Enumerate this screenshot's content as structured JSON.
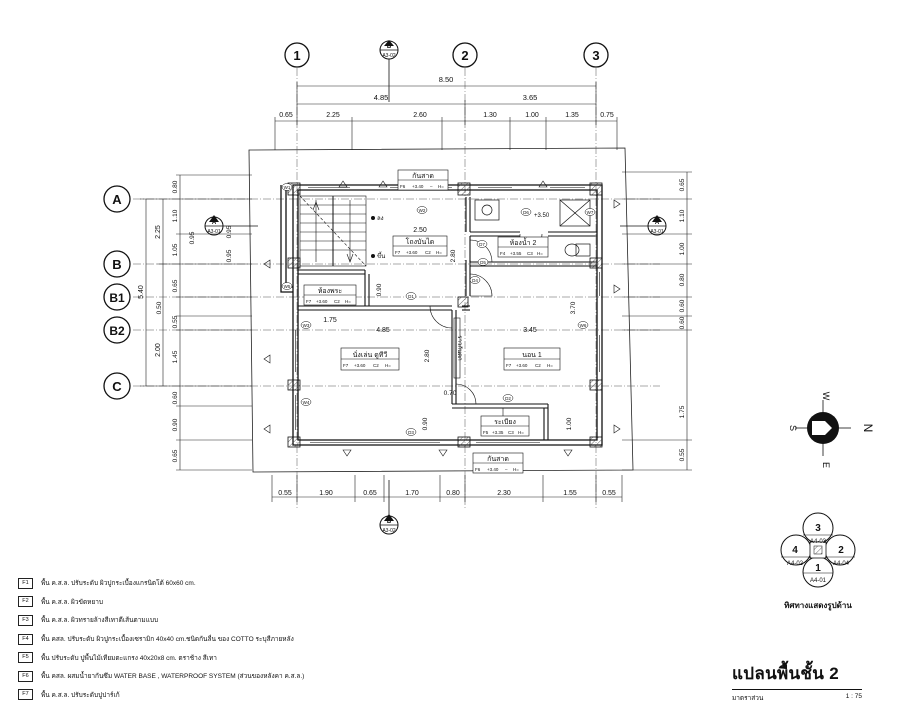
{
  "grid": {
    "columns": [
      "1",
      "2",
      "3"
    ],
    "rows": [
      "A",
      "B",
      "B1",
      "B2",
      "C"
    ]
  },
  "dimensions": {
    "overall": "8.50",
    "top_primary": [
      "4.85",
      "3.65"
    ],
    "top_secondary": [
      "0.65",
      "2.25",
      "2.60",
      "1.30",
      "1.00",
      "1.35",
      "0.75"
    ],
    "bottom": [
      "0.55",
      "1.90",
      "0.65",
      "1.70",
      "0.80",
      "2.30",
      "1.55",
      "0.55"
    ],
    "left_total": "5.40",
    "left_primary": [
      "2.25",
      "2.00"
    ],
    "left_secondary": [
      "0.80",
      "1.10",
      "1.05",
      "0.95",
      "0.65",
      "0.50",
      "0.55",
      "1.45",
      "0.60",
      "0.90",
      "0.65"
    ],
    "right": [
      "0.65",
      "1.10",
      "1.00",
      "0.80",
      "0.60",
      "0.60",
      "1.75",
      "0.55"
    ],
    "inner": [
      "2.50",
      "0.90",
      "1.75",
      "4.85",
      "3.45",
      "2.80",
      "3.70",
      "0.70",
      "0.90",
      "1.00",
      "0.95",
      "0.95",
      "2.80"
    ]
  },
  "section_marks": [
    {
      "letter": "B",
      "sheet": "A3-02"
    },
    {
      "letter": "A",
      "sheet": "A3-01"
    }
  ],
  "rooms": [
    {
      "name": "กันสาด",
      "tag": "F6",
      "level": "+3.40",
      "c": "–",
      "h": "H="
    },
    {
      "name": "โถงบันได",
      "tag": "F7",
      "level": "+3.60",
      "c": "C2",
      "h": "H="
    },
    {
      "name": "ห้องน้ำ 2",
      "tag": "F4",
      "level": "+3.55",
      "c": "C3",
      "h": "H="
    },
    {
      "name": "ห้องพระ",
      "tag": "F7",
      "level": "+3.60",
      "c": "C2",
      "h": "H="
    },
    {
      "name": "นั่งเล่น ดูทีวี",
      "tag": "F7",
      "level": "+3.60",
      "c": "C2",
      "h": "H="
    },
    {
      "name": "นอน 1",
      "tag": "F7",
      "level": "+3.60",
      "c": "C2",
      "h": "H="
    },
    {
      "name": "ระเบียง",
      "tag": "F5",
      "level": "+3.35",
      "c": "C3",
      "h": "H="
    },
    {
      "name": "กันสาด",
      "tag": "F6",
      "level": "+3.40",
      "c": "–",
      "h": "H="
    }
  ],
  "stair_labels": [
    "ลง",
    "ขึ้น"
  ],
  "stair_rail_label": "ราวกันตก",
  "wc_level": "+3.50",
  "doors": [
    "D1",
    "D2",
    "D3",
    "D4",
    "D5",
    "D6",
    "D7"
  ],
  "windows": [
    "W1",
    "W2",
    "W3",
    "W4",
    "W5",
    "W6",
    "W7"
  ],
  "legend": [
    {
      "code": "F1",
      "text": "พื้น ค.ส.ล. ปรับระดับ ผิวปูกระเบื้องแกรนิตโต้ 60x60 cm."
    },
    {
      "code": "F2",
      "text": "พื้น ค.ส.ล. ผิวขัดหยาบ"
    },
    {
      "code": "F3",
      "text": "พื้น ค.ส.ล. ผิวทรายล้างสีเทาตีเส้นตามแบบ"
    },
    {
      "code": "F4",
      "text": "พื้น คสล. ปรับระดับ ผิวปูกระเบื้องเซรามิก 40x40 cm.ชนิดกันลื่น ของ COTTO ระบุสีภายหลัง"
    },
    {
      "code": "F5",
      "text": "พื้น ปรับระดับ ปูพื้นไม้เทียมตะแกรง 40x20x8 cm. ตราช้าง สีเทา"
    },
    {
      "code": "F6",
      "text": "พื้น คสล. ผสมน้ำยากันซึม WATER BASE , WATERPROOF SYSTEM (ส่วนของหลังคา ค.ส.ล.)"
    },
    {
      "code": "F7",
      "text": "พื้น ค.ส.ล. ปรับระดับปูปาร์เก้"
    }
  ],
  "compass": {
    "n": "N",
    "s": "S",
    "e": "E",
    "w": "W"
  },
  "key_plan": {
    "numbers": [
      "3",
      "4",
      "2",
      "1"
    ],
    "sheets": [
      "A4-03",
      "A4-02",
      "A4-04",
      "A4-01"
    ],
    "caption": "ทิศทางแสดงรูปด้าน"
  },
  "title": {
    "main": "แปลนพื้นชั้น 2",
    "scale_label": "มาตราส่วน",
    "scale": "1 : 75"
  }
}
